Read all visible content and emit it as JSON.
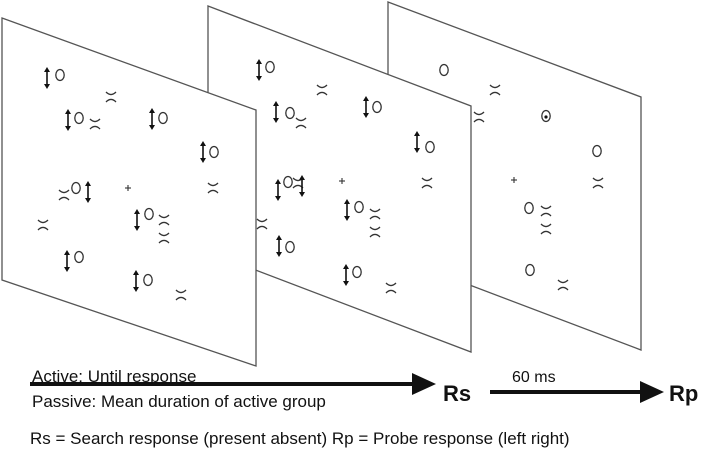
{
  "labels": {
    "active": "Active: Until response",
    "passive": "Passive: Mean duration of active group",
    "rs": "Rs",
    "interval": "60 ms",
    "rp": "Rp",
    "caption": "Rs = Search response (present absent) Rp = Probe response (left right)"
  },
  "colors": {
    "ink": "#111111",
    "panel": "#ffffff",
    "panel_edge": "#555555"
  },
  "icons": [
    "double-arrow-icon",
    "ellipse-o-icon",
    "x-shape-icon",
    "fixation-cross-icon",
    "probe-dot-icon"
  ]
}
